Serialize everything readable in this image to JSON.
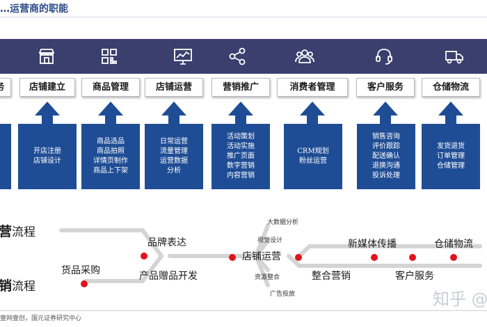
{
  "header": {
    "title": "…运营商的职能"
  },
  "categories": [
    {
      "label": "务",
      "box": ""
    },
    {
      "label": "店铺建立",
      "box": "开店注册\n店铺设计"
    },
    {
      "label": "商品管理",
      "box": "商品选品\n商品拍照\n详情页制作\n商品上下架"
    },
    {
      "label": "店铺运营",
      "box": "日常运营\n流量管理\n运营数据\n分析"
    },
    {
      "label": "营销推广",
      "box": "活动策划\n活动实施\n推广页面\n数字营销\n内容营销"
    },
    {
      "label": "消费者管理",
      "box": "CRM规划\n粉丝运营"
    },
    {
      "label": "客户服务",
      "box": "销售咨询\n评价跟踪\n配送确认\n退换沟通\n投诉处理"
    },
    {
      "label": "仓储物流",
      "box": "发货退货\n订单管理\n仓储管理"
    }
  ],
  "icons": [
    "shop-icon",
    "qr-grid-icon",
    "monitor-chart-icon",
    "share-icon",
    "users-icon",
    "headset-icon",
    "truck-icon"
  ],
  "flow": {
    "row1_label_bold": "营",
    "row1_label": "流程",
    "row2_label_bold": "销",
    "row2_label": "流程",
    "brand": "品牌表达",
    "purchase": "货品采购",
    "product_dev": "产品赠品开发",
    "store_ops": "店铺运营",
    "bigdata": "大数据分析",
    "visual": "视觉设计",
    "resource": "资源整合",
    "ads": "广告投放",
    "new_media": "新媒体传播",
    "integrated": "整合营销",
    "customer": "客户服务",
    "logistics": "仓储物流"
  },
  "watermark": "知乎 @",
  "source": "壹网壹创，国元证券研究中心",
  "colors": {
    "banner": "#3a3f6e",
    "box": "#1f4d95",
    "arrow": "#1f4d95",
    "dot": "#e0141e",
    "title": "#2c4a86"
  }
}
